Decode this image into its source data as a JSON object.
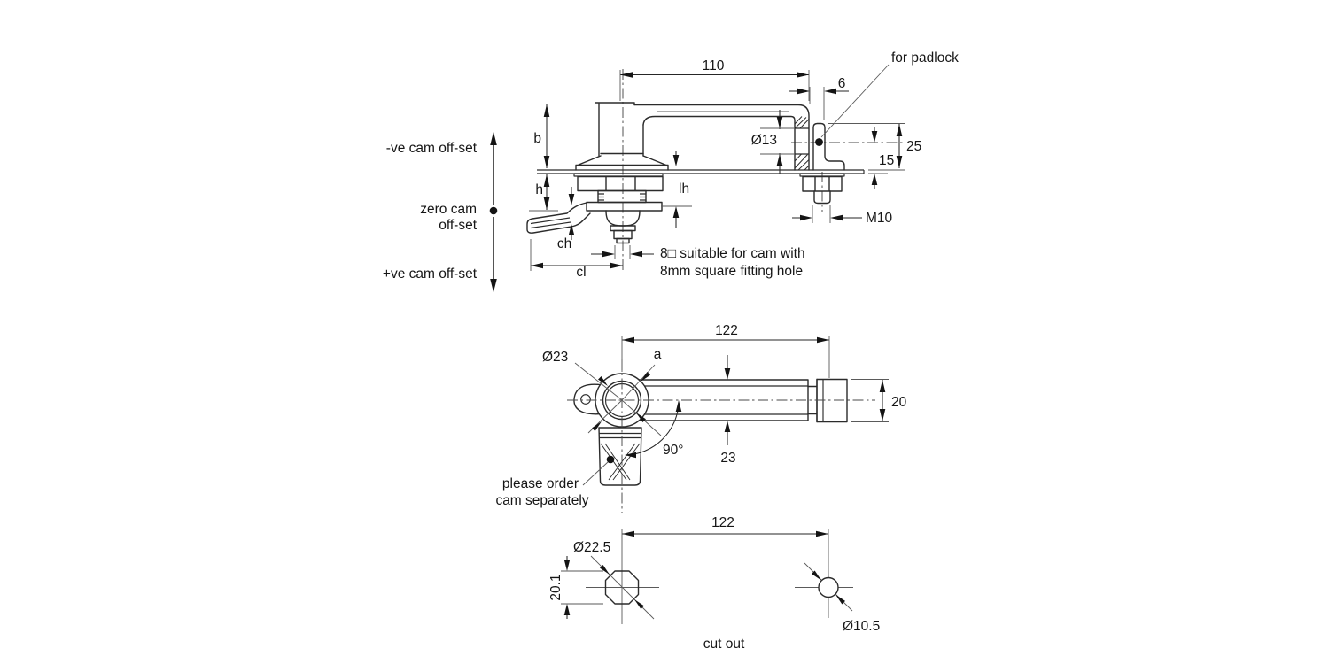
{
  "side": {
    "offsets": {
      "neg": "-ve cam off-set",
      "zero1": "zero cam",
      "zero2": "off-set",
      "pos": "+ve cam off-set"
    },
    "dims": {
      "width": "110",
      "six": "6",
      "hole": "Ø13",
      "h25": "25",
      "h15": "15",
      "thread": "M10",
      "b": "b",
      "h": "h",
      "lh": "lh",
      "ch": "ch",
      "cl": "cl"
    },
    "padlock": "for padlock",
    "note1": "8□ suitable for cam with",
    "note2": "8mm square fitting hole"
  },
  "plan": {
    "dims": {
      "length": "122",
      "dia": "Ø23",
      "a": "a",
      "grip": "20",
      "arm": "23",
      "angle": "90°"
    },
    "note1": "please order",
    "note2": "cam separately"
  },
  "cutout": {
    "dims": {
      "length": "122",
      "square": "Ø22.5",
      "flats": "20.1",
      "hole": "Ø10.5"
    },
    "caption": "cut out"
  },
  "colors": {
    "line": "#2b2b2b",
    "text": "#161616",
    "cam_fill": "#dcdcdc",
    "background": "#ffffff"
  }
}
